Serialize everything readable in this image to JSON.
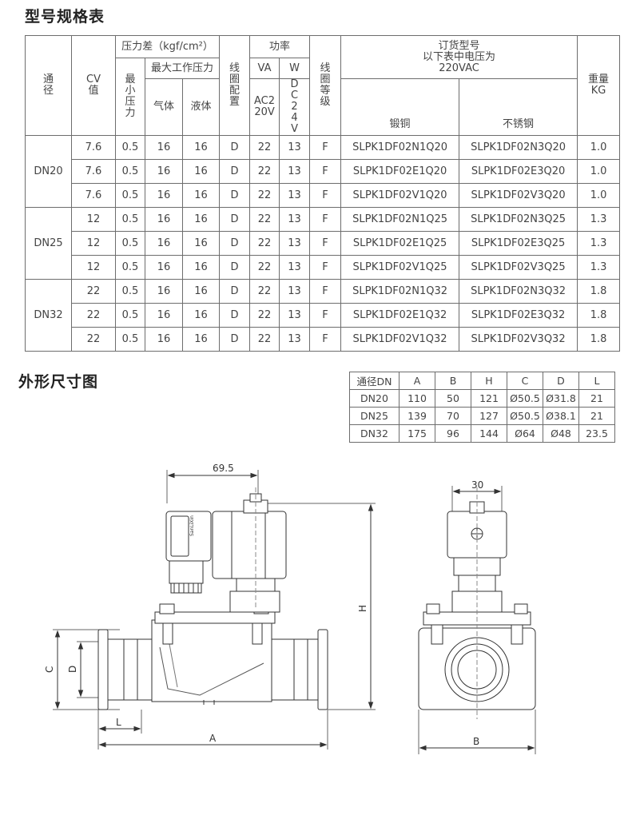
{
  "title1": "型号规格表",
  "title2": "外形尺寸图",
  "spec": {
    "h_bore": "通径",
    "h_cv": "CV值",
    "h_pdiff": "压力差（kgf/cm²）",
    "h_min": "最小压力",
    "h_maxwp": "最大工作压力",
    "h_gas": "气体",
    "h_liquid": "液体",
    "h_coilcfg": "线圈配置",
    "h_power": "功率",
    "h_va": "VA",
    "h_w": "W",
    "h_ac": "AC220V",
    "h_dc": "DC24V",
    "h_coilgrade": "线圈等级",
    "h_order_1": "订货型号",
    "h_order_2": "以下表中电压为",
    "h_order_3": "220VAC",
    "h_brass": "锻铜",
    "h_ss": "不锈钢",
    "h_weight_1": "重量",
    "h_weight_2": "KG",
    "groups": [
      {
        "bore": "DN20",
        "rows": [
          {
            "cv": "7.6",
            "min": "0.5",
            "gas": "16",
            "liq": "16",
            "cfg": "D",
            "va": "22",
            "w": "13",
            "grade": "F",
            "brass": "SLPK1DF02N1Q20",
            "ss": "SLPK1DF02N3Q20",
            "kg": "1.0"
          },
          {
            "cv": "7.6",
            "min": "0.5",
            "gas": "16",
            "liq": "16",
            "cfg": "D",
            "va": "22",
            "w": "13",
            "grade": "F",
            "brass": "SLPK1DF02E1Q20",
            "ss": "SLPK1DF02E3Q20",
            "kg": "1.0"
          },
          {
            "cv": "7.6",
            "min": "0.5",
            "gas": "16",
            "liq": "16",
            "cfg": "D",
            "va": "22",
            "w": "13",
            "grade": "F",
            "brass": "SLPK1DF02V1Q20",
            "ss": "SLPK1DF02V3Q20",
            "kg": "1.0"
          }
        ]
      },
      {
        "bore": "DN25",
        "rows": [
          {
            "cv": "12",
            "min": "0.5",
            "gas": "16",
            "liq": "16",
            "cfg": "D",
            "va": "22",
            "w": "13",
            "grade": "F",
            "brass": "SLPK1DF02N1Q25",
            "ss": "SLPK1DF02N3Q25",
            "kg": "1.3"
          },
          {
            "cv": "12",
            "min": "0.5",
            "gas": "16",
            "liq": "16",
            "cfg": "D",
            "va": "22",
            "w": "13",
            "grade": "F",
            "brass": "SLPK1DF02E1Q25",
            "ss": "SLPK1DF02E3Q25",
            "kg": "1.3"
          },
          {
            "cv": "12",
            "min": "0.5",
            "gas": "16",
            "liq": "16",
            "cfg": "D",
            "va": "22",
            "w": "13",
            "grade": "F",
            "brass": "SLPK1DF02V1Q25",
            "ss": "SLPK1DF02V3Q25",
            "kg": "1.3"
          }
        ]
      },
      {
        "bore": "DN32",
        "rows": [
          {
            "cv": "22",
            "min": "0.5",
            "gas": "16",
            "liq": "16",
            "cfg": "D",
            "va": "22",
            "w": "13",
            "grade": "F",
            "brass": "SLPK1DF02N1Q32",
            "ss": "SLPK1DF02N3Q32",
            "kg": "1.8"
          },
          {
            "cv": "22",
            "min": "0.5",
            "gas": "16",
            "liq": "16",
            "cfg": "D",
            "va": "22",
            "w": "13",
            "grade": "F",
            "brass": "SLPK1DF02E1Q32",
            "ss": "SLPK1DF02E3Q32",
            "kg": "1.8"
          },
          {
            "cv": "22",
            "min": "0.5",
            "gas": "16",
            "liq": "16",
            "cfg": "D",
            "va": "22",
            "w": "13",
            "grade": "F",
            "brass": "SLPK1DF02V1Q32",
            "ss": "SLPK1DF02V3Q32",
            "kg": "1.8"
          }
        ]
      }
    ]
  },
  "dim": {
    "headers": [
      "通径DN",
      "A",
      "B",
      "H",
      "C",
      "D",
      "L"
    ],
    "rows": [
      [
        "DN20",
        "110",
        "50",
        "121",
        "Ø50.5",
        "Ø31.8",
        "21"
      ],
      [
        "DN25",
        "139",
        "70",
        "127",
        "Ø50.5",
        "Ø38.1",
        "21"
      ],
      [
        "DN32",
        "175",
        "96",
        "144",
        "Ø64",
        "Ø48",
        "23.5"
      ]
    ]
  },
  "drawing": {
    "front_width": "69.5",
    "side_width": "30",
    "label_h": "H",
    "label_c": "C",
    "label_d": "D",
    "label_l": "L",
    "label_a": "A",
    "label_b": "B",
    "brand": "SanLiXin"
  }
}
